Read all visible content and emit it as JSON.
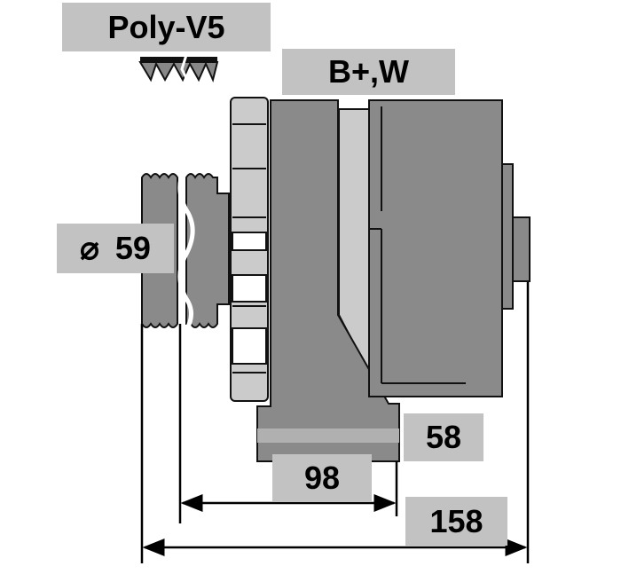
{
  "labels": {
    "belt": "Poly-V5",
    "terminals": "B+,W",
    "pulley_diameter_symbol": "⌀",
    "pulley_diameter": "59",
    "foot_width": "58",
    "mount_distance": "98",
    "overall_length": "158"
  },
  "colors": {
    "body": "#8a8a8a",
    "light": "#cbcbcb",
    "label_bg": "#c2c2c2"
  }
}
